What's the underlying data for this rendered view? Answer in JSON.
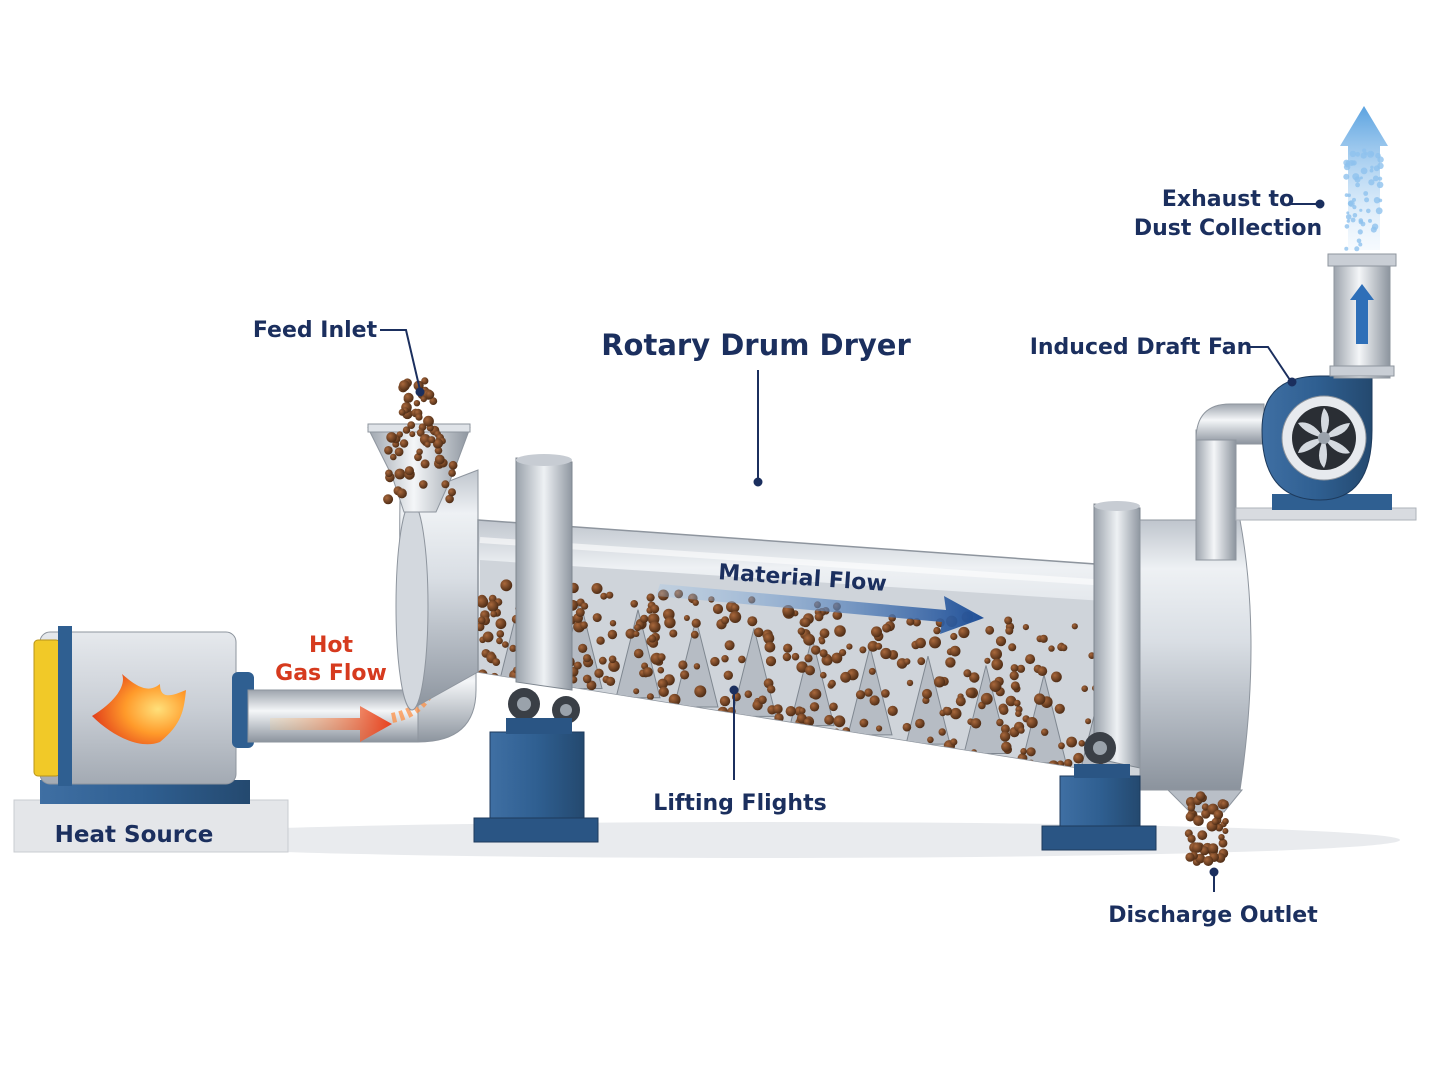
{
  "title": "Rotary Drum Dryer",
  "labels": {
    "feed_inlet": "Feed Inlet",
    "hot_gas_flow_line1": "Hot",
    "hot_gas_flow_line2": "Gas Flow",
    "material_flow": "Material Flow",
    "lifting_flights": "Lifting Flights",
    "heat_source": "Heat Source",
    "induced_draft_fan": "Induced Draft Fan",
    "exhaust_line1": "Exhaust to",
    "exhaust_line2": "Dust Collection",
    "discharge_outlet": "Discharge Outlet"
  },
  "colors": {
    "label_navy": "#1b2f5e",
    "hot_gas_red": "#d63a1e",
    "flow_arrow_blue": "#1f4f97",
    "support_blue": "#2f5f91",
    "exhaust_blue": "#6fb0e8",
    "material_brown": "#6b3f22"
  }
}
